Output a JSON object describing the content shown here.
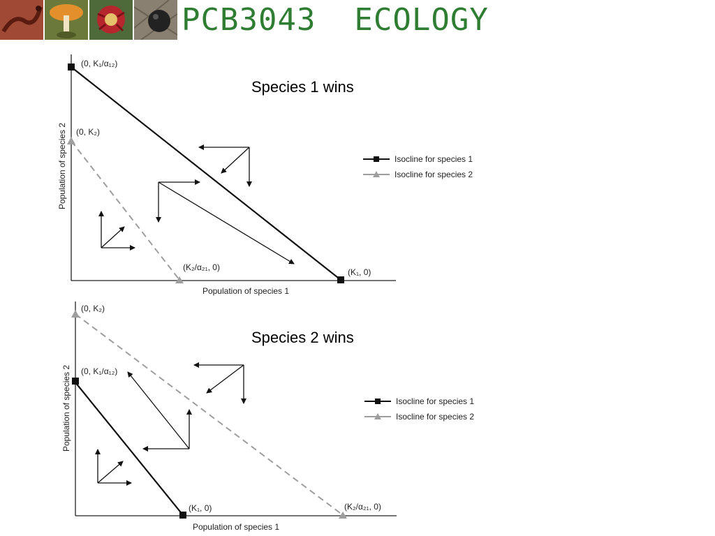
{
  "header": {
    "title": "PCB3043  ECOLOGY",
    "thumbnails": [
      "salamander-photo",
      "mushroom-photo",
      "pitcher-plant-photo",
      "beetle-photo"
    ],
    "title_color": "#2f7d32"
  },
  "colors": {
    "isocline1": "#111111",
    "isocline2": "#9e9e9e"
  },
  "panels": [
    {
      "heading": "Species 1 wins",
      "xlabel": "Population of species 1",
      "ylabel": "Population of species 2",
      "points": {
        "p1": "(0, K₁/α₁₂)",
        "p2": "(0, K₂)",
        "p3": "(K₂/α₂₁, 0)",
        "p4": "(K₁, 0)"
      },
      "legend": [
        "Isocline for species 1",
        "Isocline for species 2"
      ]
    },
    {
      "heading": "Species 2 wins",
      "xlabel": "Population of species 1",
      "ylabel": "Population of species 2",
      "points": {
        "p1": "(0, K₂)",
        "p2": "(0, K₁/α₁₂)",
        "p3": "(K₁, 0)",
        "p4": "(K₂/α₂₁, 0)"
      },
      "legend": [
        "Isocline for species 1",
        "Isocline for species 2"
      ]
    }
  ]
}
